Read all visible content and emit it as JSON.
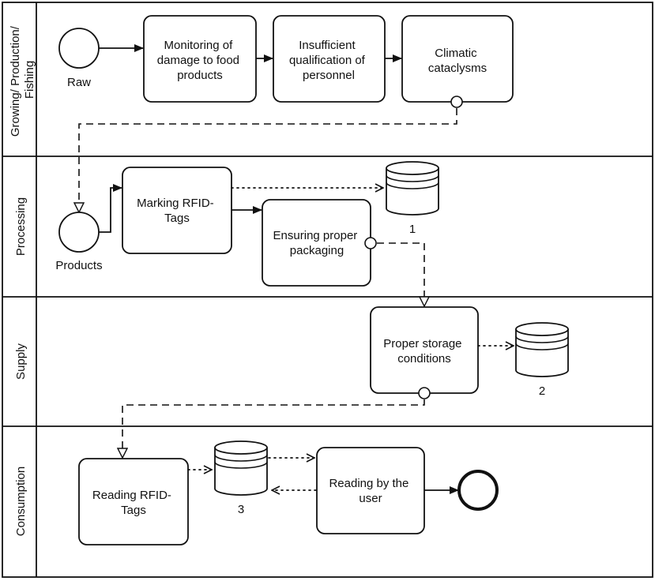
{
  "lanes": [
    {
      "lines": [
        "Growing/ Production/",
        "Fishing"
      ]
    },
    {
      "lines": [
        "Processing"
      ]
    },
    {
      "lines": [
        "Supply"
      ]
    },
    {
      "lines": [
        "Consumption"
      ]
    }
  ],
  "events": {
    "raw": "Raw",
    "products": "Products"
  },
  "tasks": {
    "monitoring": [
      "Monitoring of",
      "damage to food",
      "products"
    ],
    "qualification": [
      "Insufficient",
      "qualification of",
      "personnel"
    ],
    "climatic": [
      "Climatic",
      "cataclysms"
    ],
    "marking": [
      "Marking RFID-",
      "Tags"
    ],
    "packaging": [
      "Ensuring proper",
      "packaging"
    ],
    "storage": [
      "Proper storage",
      "conditions"
    ],
    "reading_tags": [
      "Reading RFID-",
      "Tags"
    ],
    "reading_user": [
      "Reading by the",
      "user"
    ]
  },
  "stores": {
    "s1": "1",
    "s2": "2",
    "s3": "3"
  }
}
